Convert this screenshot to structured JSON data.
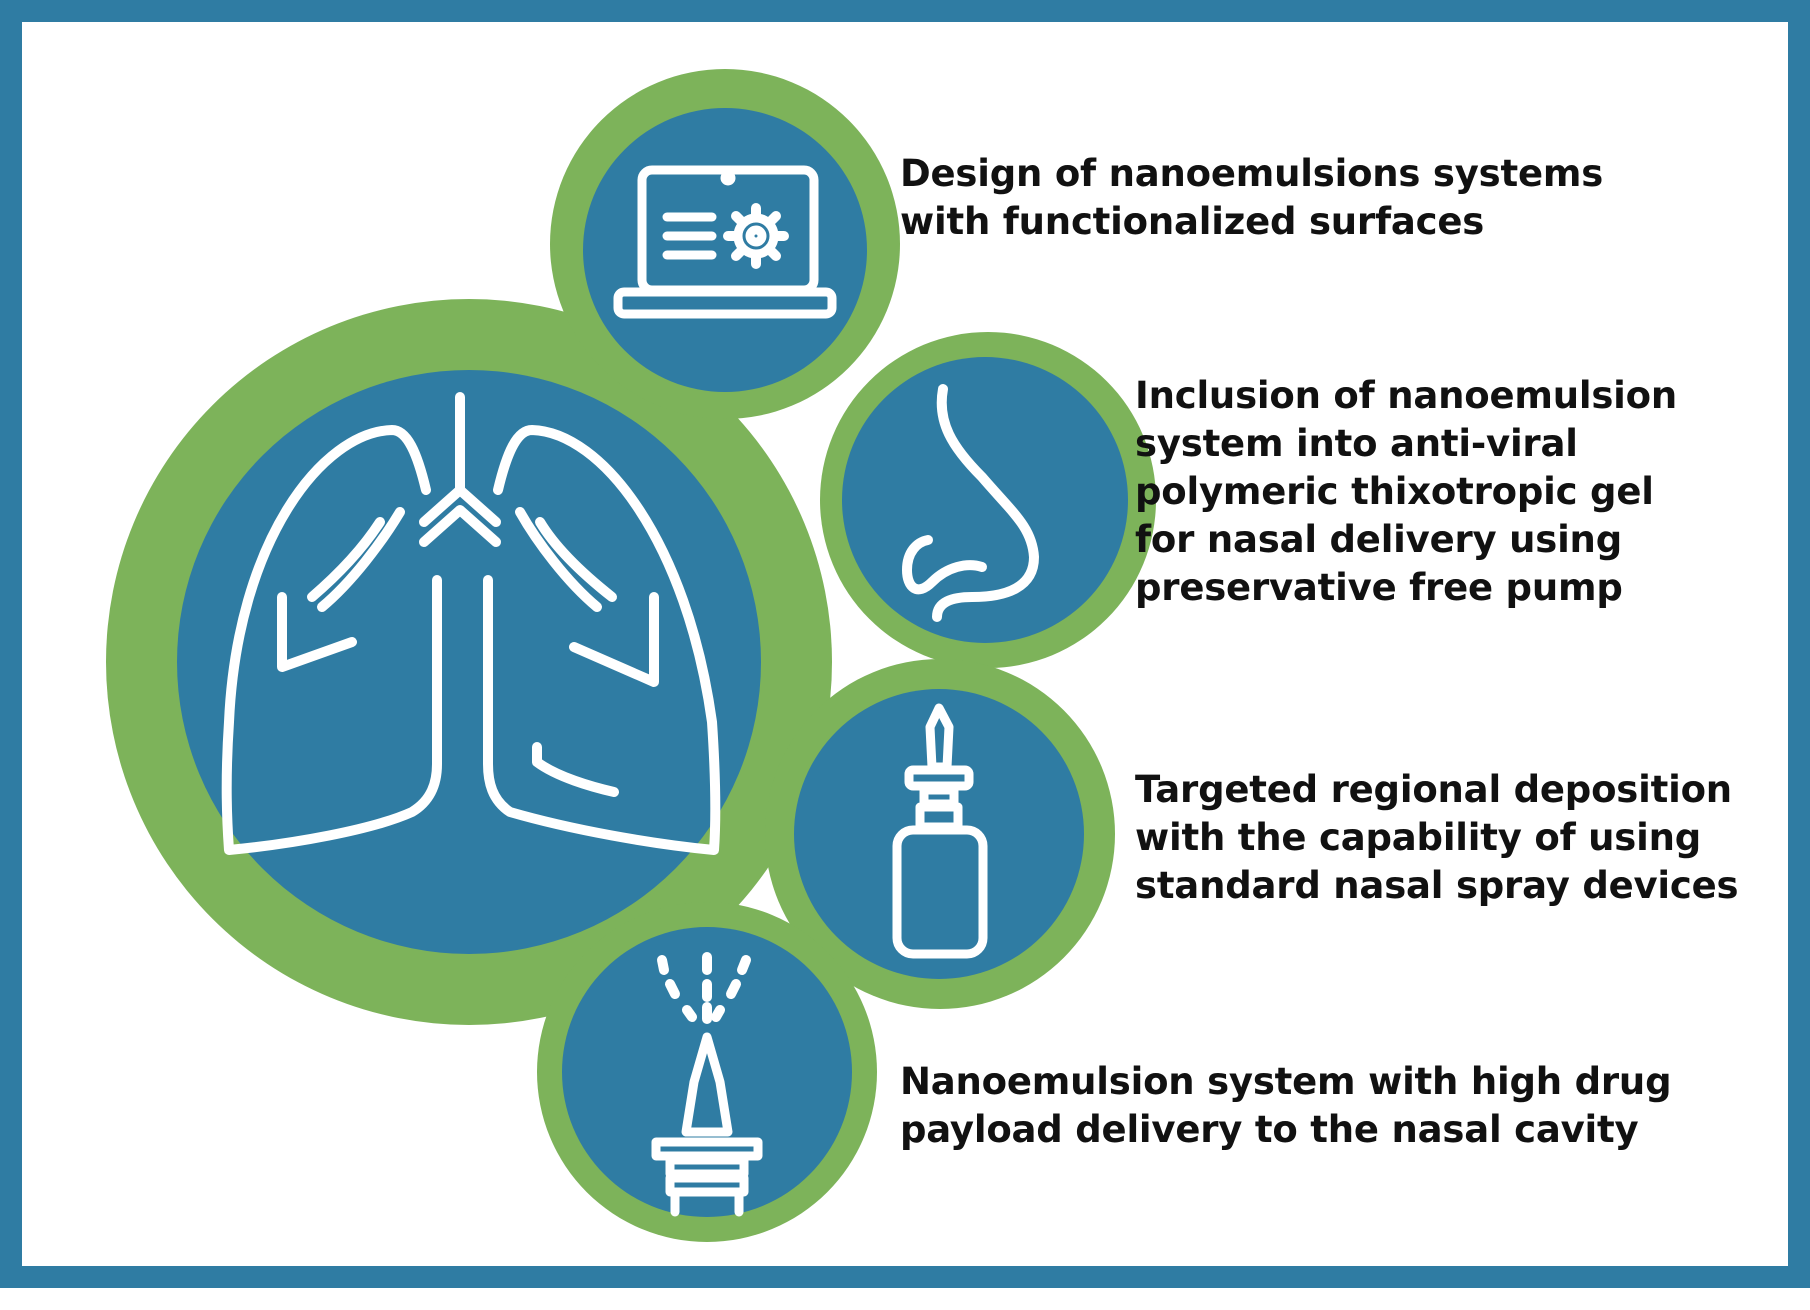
{
  "colors": {
    "frame": "#2f7ca3",
    "green": "#7db35a",
    "blue": "#2f7ca3",
    "icon_stroke": "#ffffff",
    "text": "#111111"
  },
  "items": [
    {
      "icon": "laptop-gear-icon",
      "lines": [
        "Design of nanoemulsions systems",
        "with functionalized surfaces"
      ]
    },
    {
      "icon": "nose-icon",
      "lines": [
        "Inclusion of nanoemulsion",
        "system into anti-viral",
        "polymeric thixotropic gel",
        "for nasal delivery using",
        "preservative free pump"
      ]
    },
    {
      "icon": "nasal-spray-bottle-icon",
      "lines": [
        "Targeted regional deposition",
        "with the capability of using",
        "standard nasal spray devices"
      ]
    },
    {
      "icon": "spray-nozzle-icon",
      "lines": [
        "Nanoemulsion system with high drug",
        "payload delivery to the nasal cavity"
      ]
    }
  ],
  "central_icon": "lungs-icon"
}
